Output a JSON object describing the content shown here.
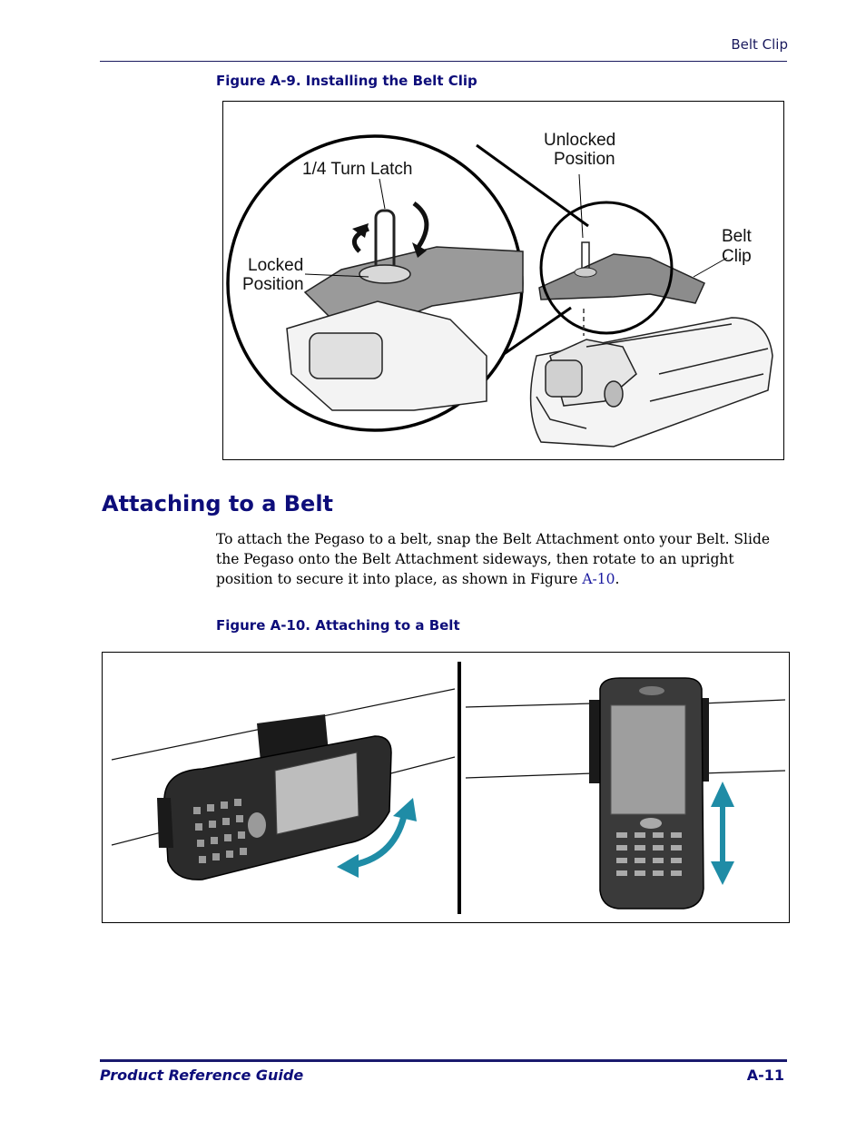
{
  "header": {
    "section": "Belt Clip"
  },
  "figure_a9": {
    "caption": "Figure A-9. Installing the Belt Clip",
    "labels": {
      "turn_latch": "1/4 Turn Latch",
      "unlocked_1": "Unlocked",
      "unlocked_2": "Position",
      "locked_1": "Locked",
      "locked_2": "Position",
      "belt_1": "Belt",
      "belt_2": "Clip"
    }
  },
  "section": {
    "title": "Attaching to a Belt",
    "body_before": "To attach the Pegaso to a belt, snap the Belt Attachment onto your Belt. Slide the Pegaso onto the Belt Attachment sideways, then rotate to an upright position to secure it into place, as shown in Figure ",
    "xref": "A-10",
    "body_after": "."
  },
  "figure_a10": {
    "caption": "Figure A-10. Attaching to a Belt"
  },
  "footer": {
    "title": "Product Reference Guide",
    "page": "A-11"
  },
  "colors": {
    "heading": "#0d0d7a",
    "arrow": "#1f8ca6"
  }
}
